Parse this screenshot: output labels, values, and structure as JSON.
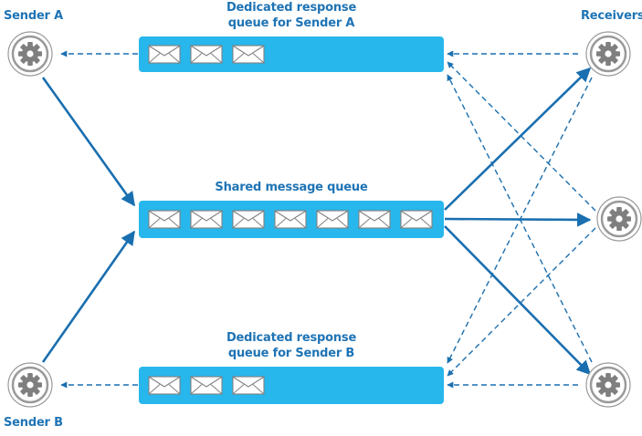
{
  "labels": {
    "sender_a": "Sender A",
    "sender_b": "Sender B",
    "receivers": "Receivers",
    "queue_a_line1": "Dedicated response",
    "queue_a_line2": "queue for Sender A",
    "shared_queue": "Shared message queue",
    "queue_b_line1": "Dedicated response",
    "queue_b_line2": "queue for Sender B"
  },
  "colors": {
    "label_blue": "#1f74b5",
    "arrow_blue": "#1a6fb0",
    "queue_fill": "#27b7ec",
    "gear_gray": "#7f7f7f",
    "envelope_stroke": "#808080"
  },
  "icons": {
    "node": "gear-icon",
    "message": "envelope-icon"
  }
}
